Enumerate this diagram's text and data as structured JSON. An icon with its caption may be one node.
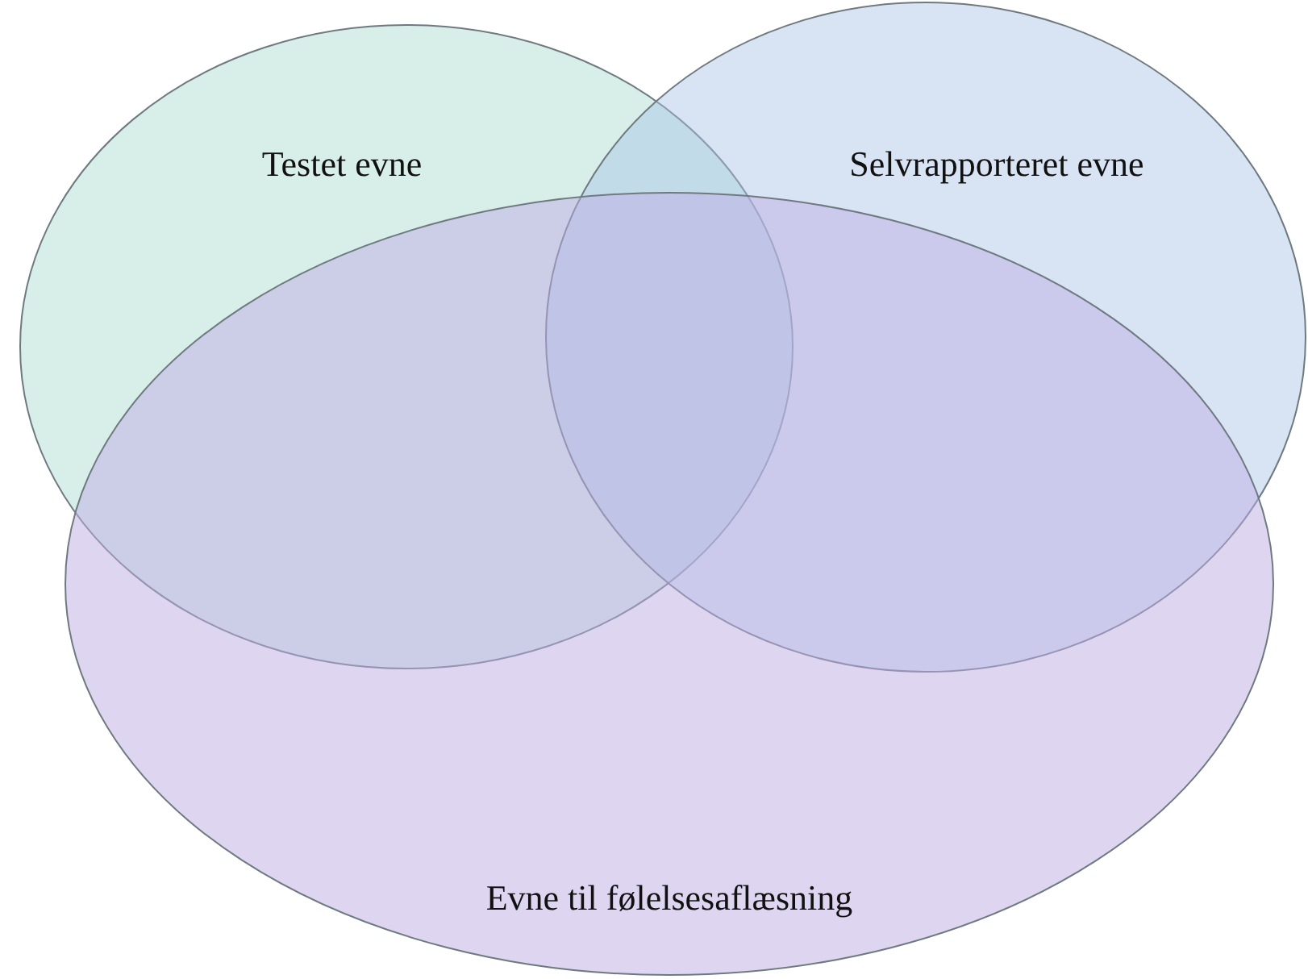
{
  "diagram": {
    "nodes": [
      {
        "text": [
          "Testet evne"
        ]
      },
      {
        "text": [
          "Selvrapporteret evne"
        ]
      },
      {
        "text": [
          "Evne til følelsesaflæsning"
        ]
      }
    ]
  }
}
